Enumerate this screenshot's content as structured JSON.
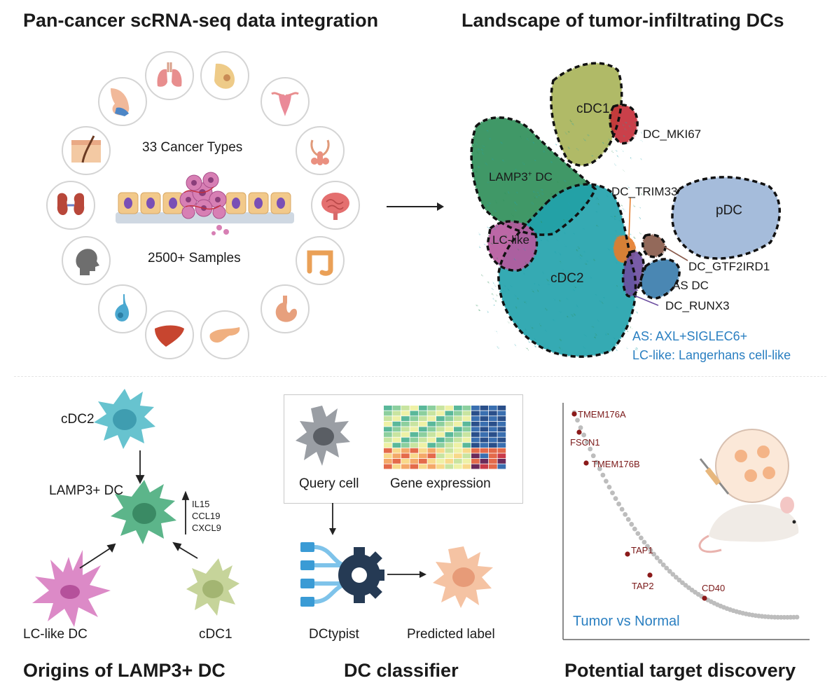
{
  "titles": {
    "integration": "Pan-cancer scRNA-seq data integration",
    "landscape": "Landscape of tumor-infiltrating DCs",
    "origins": "Origins of LAMP3+ DC",
    "classifier": "DC classifier",
    "target": "Potential target discovery"
  },
  "integration": {
    "cancer_types": "33 Cancer Types",
    "samples": "2500+ Samples",
    "organ_icons": [
      "lung-icon",
      "breast-icon",
      "uterus-icon",
      "male-reproductive-icon",
      "brain-icon",
      "colon-icon",
      "stomach-icon",
      "pancreas-icon",
      "liver-icon",
      "gallbladder-icon",
      "head-icon",
      "kidney-icon",
      "skin-icon",
      "nasal-icon"
    ]
  },
  "landscape": {
    "clusters": {
      "cdc1": "cDC1",
      "mki67": "DC_MKI67",
      "lamp3_main": "LAMP3",
      "lamp3_sup": "+",
      "lamp3_tail": " DC",
      "trim33": "DC_TRIM33",
      "pdc": "pDC",
      "lc_like": "LC-like",
      "cdc2": "cDC2",
      "gtf2ird1": "DC_GTF2IRD1",
      "as_dc": "AS DC",
      "runx3": "DC_RUNX3"
    },
    "legend_as": "AS: AXL+SIGLEC6+",
    "legend_lc": "LC-like: Langerhans cell-like",
    "colors": {
      "cdc1": "#a9b45a",
      "mki67": "#c6323a",
      "lamp3": "#2f8f5a",
      "trim33": "#e57d2c",
      "pdc": "#9db6d8",
      "lc_like": "#b65a9e",
      "cdc2": "#22a3ad",
      "gtf2ird1": "#8a5b4c",
      "as_dc": "#3b7dac",
      "runx3": "#6d4fa0"
    }
  },
  "origins": {
    "cdc2": "cDC2",
    "lamp3": "LAMP3+ DC",
    "lc_like": "LC-like DC",
    "cdc1": "cDC1",
    "genes": [
      "IL15",
      "CCL19",
      "CXCL9"
    ]
  },
  "classifier": {
    "query_cell": "Query cell",
    "gene_expression": "Gene expression",
    "dctypist": "DCtypist",
    "predicted_label": "Predicted label"
  },
  "target": {
    "genes": {
      "tmem176a": "TMEM176A",
      "fscn1": "FSCN1",
      "tmem176b": "TMEM176B",
      "tap1": "TAP1",
      "tap2": "TAP2",
      "cd40": "CD40"
    },
    "comparison": "Tumor vs Normal"
  }
}
